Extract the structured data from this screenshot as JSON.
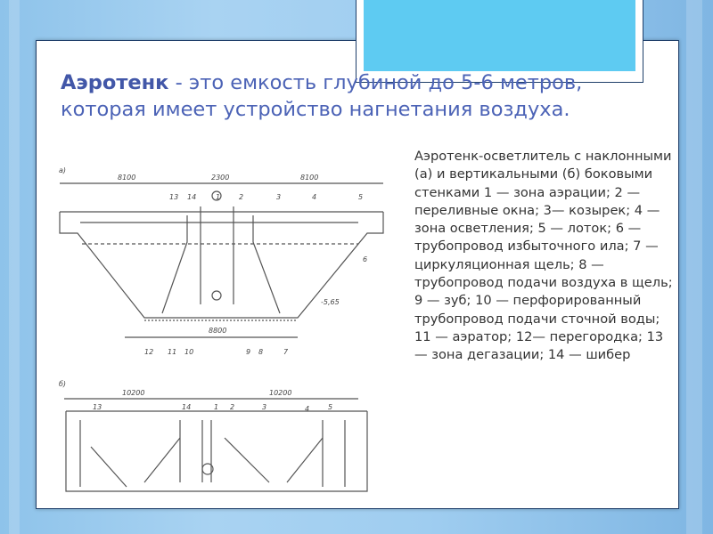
{
  "slide": {
    "title_term": "Аэротенк",
    "title_rest": " - это емкость глубиной до 5-6 метров, которая имеет устройство нагнетания воздуха.",
    "description": "Аэротенк-осветлитель с наклонными (а) и вертикальными (б) боковыми стенками 1 — зона аэрации; 2 — переливные окна; 3— козырек; 4 — зона осветления; 5 — лоток; 6 — трубопровод избыточного ила; 7 — циркуляционная щель; 8 — трубопровод подачи воздуха в щель; 9 — зуб; 10 — перфорированный трубопровод подачи сточной воды; 11 — аэратор; 12— перегородка; 13 — зона дегазации; 14 — шибер"
  },
  "diagram_a": {
    "tag": "а)",
    "dims": [
      "8100",
      "2300",
      "8100",
      "8800",
      "-5,65"
    ],
    "labels": [
      "13",
      "14",
      "1",
      "2",
      "3",
      "4",
      "5",
      "6",
      "12",
      "11",
      "10",
      "9",
      "8",
      "7"
    ]
  },
  "diagram_b": {
    "tag": "б)",
    "dims": [
      "10200",
      "10200"
    ],
    "labels": [
      "13",
      "14",
      "1",
      "2",
      "3",
      "4",
      "5"
    ]
  },
  "colors": {
    "title": "#4c63b6",
    "accent": "#5ecbf2",
    "frame": "#1f3f6a"
  }
}
